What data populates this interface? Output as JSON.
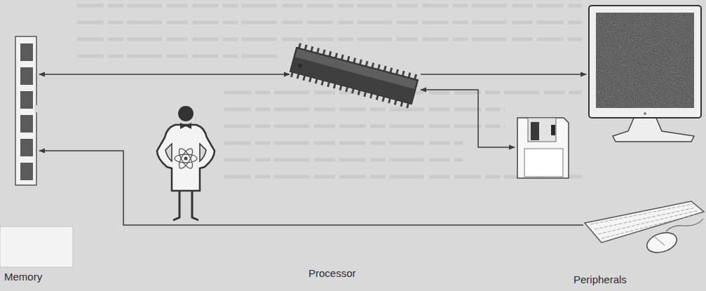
{
  "diagram": {
    "labels": [
      "Memory",
      "Processor",
      "Peripherals"
    ]
  }
}
